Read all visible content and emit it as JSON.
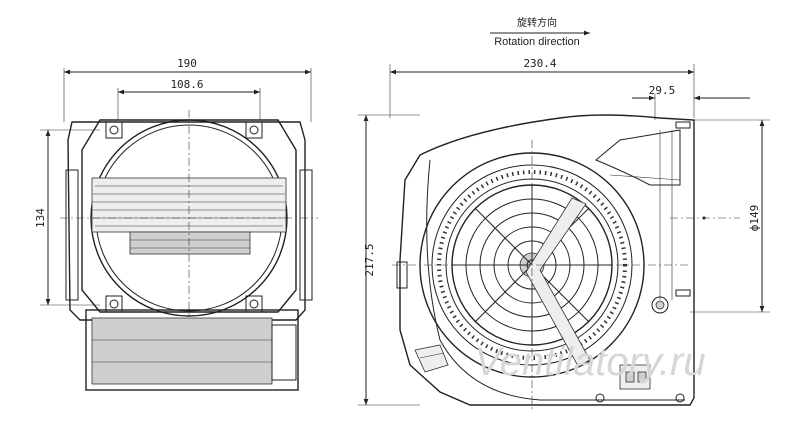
{
  "rotation": {
    "label_cn": "旋转方向",
    "label_en": "Rotation direction"
  },
  "front_view": {
    "width_dim": "190",
    "opening_dim": "108.6",
    "height_dim": "134"
  },
  "side_view": {
    "width_dim": "230.4",
    "offset_dim": "29.5",
    "height_dim": "217.5",
    "diameter_dim": "ф149"
  },
  "watermark": "Ventilatory.ru"
}
